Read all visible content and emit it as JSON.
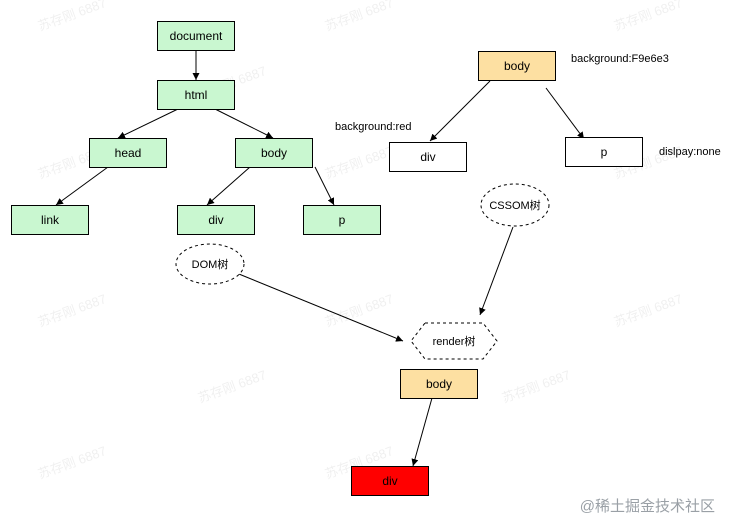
{
  "dom_tree": {
    "document": "document",
    "html": "html",
    "head": "head",
    "body": "body",
    "link": "link",
    "div": "div",
    "p": "p",
    "label": "DOM树"
  },
  "cssom_tree": {
    "body": "body",
    "body_style": "background:F9e6e3",
    "div": "div",
    "div_style": "background:red",
    "p": "p",
    "p_style": "dislpay:none",
    "label": "CSSOM树"
  },
  "render_tree": {
    "label": "render树",
    "body": "body",
    "div": "div"
  },
  "watermark": "苏存刚 6887",
  "footer": "@稀土掘金技术社区",
  "colors": {
    "dom_node": "#c9f7d0",
    "body_node": "#fde0a2",
    "render_div": "#ff0000"
  }
}
